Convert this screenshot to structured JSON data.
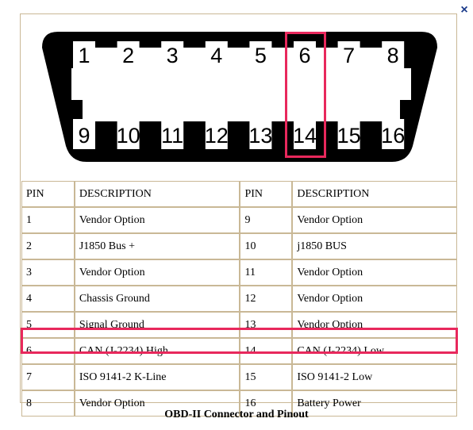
{
  "window": {
    "close_glyph": "×"
  },
  "connector": {
    "top_pins": [
      "1",
      "2",
      "3",
      "4",
      "5",
      "6",
      "7",
      "8"
    ],
    "bottom_pins": [
      "9",
      "10",
      "11",
      "12",
      "13",
      "14",
      "15",
      "16"
    ],
    "highlighted_pins": [
      "6",
      "14"
    ],
    "highlight_color": "#e8285c"
  },
  "table": {
    "headers": [
      "PIN",
      "DESCRIPTION",
      "PIN",
      "DESCRIPTION"
    ],
    "rows": [
      {
        "pin_a": "1",
        "desc_a": "Vendor Option",
        "pin_b": "9",
        "desc_b": "Vendor Option"
      },
      {
        "pin_a": "2",
        "desc_a": "J1850 Bus +",
        "pin_b": "10",
        "desc_b": "j1850 BUS"
      },
      {
        "pin_a": "3",
        "desc_a": "Vendor Option",
        "pin_b": "11",
        "desc_b": "Vendor Option"
      },
      {
        "pin_a": "4",
        "desc_a": "Chassis Ground",
        "pin_b": "12",
        "desc_b": "Vendor Option"
      },
      {
        "pin_a": "5",
        "desc_a": "Signal Ground",
        "pin_b": "13",
        "desc_b": "Vendor Option"
      },
      {
        "pin_a": "6",
        "desc_a": "CAN (J-2234) High",
        "pin_b": "14",
        "desc_b": "CAN (J-2234) Low"
      },
      {
        "pin_a": "7",
        "desc_a": "ISO 9141-2 K-Line",
        "pin_b": "15",
        "desc_b": "ISO 9141-2 Low"
      },
      {
        "pin_a": "8",
        "desc_a": "Vendor Option",
        "pin_b": "16",
        "desc_b": "Battery Power"
      }
    ],
    "highlighted_row_pins": [
      "6",
      "14"
    ]
  },
  "caption": "OBD-II Connector and Pinout"
}
